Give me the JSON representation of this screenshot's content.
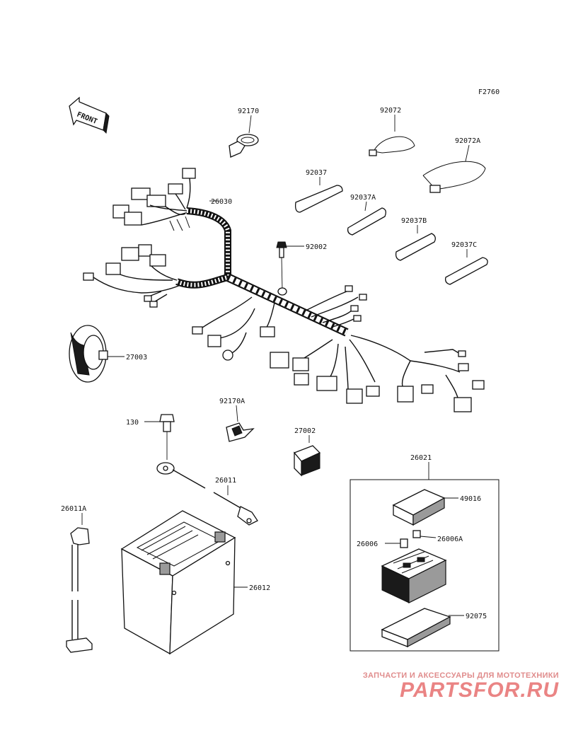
{
  "figure_code": "F2760",
  "front_label": "FRONT",
  "parts": {
    "p92170": "92170",
    "p92072": "92072",
    "p92072A": "92072A",
    "p92037": "92037",
    "p92037A": "92037A",
    "p92037B": "92037B",
    "p92037C": "92037C",
    "p26030": "26030",
    "p92002": "92002",
    "p27003": "27003",
    "p92170A": "92170A",
    "p130": "130",
    "p27002": "27002",
    "p26011": "26011",
    "p26021": "26021",
    "p49016": "49016",
    "p26006": "26006",
    "p26006A": "26006A",
    "p26011A": "26011A",
    "p26012": "26012",
    "p92075": "92075"
  },
  "watermark": {
    "tagline": "ЗАПЧАСТИ И АКСЕССУАРЫ ДЛЯ МОТОТЕХНИКИ",
    "logo": "PARTSFOR.RU"
  }
}
